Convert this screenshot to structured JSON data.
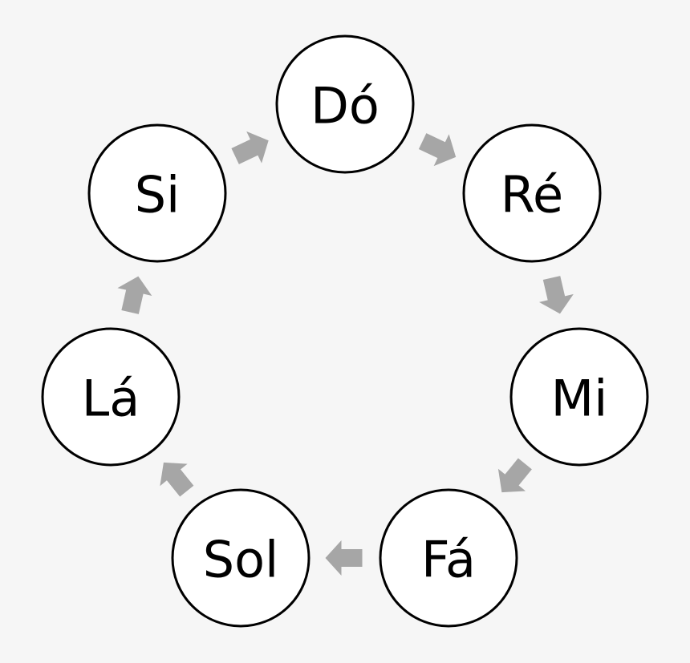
{
  "diagram": {
    "type": "cycle",
    "nodes": [
      {
        "id": "do",
        "label": "Dó"
      },
      {
        "id": "re",
        "label": "Ré"
      },
      {
        "id": "mi",
        "label": "Mi"
      },
      {
        "id": "fa",
        "label": "Fá"
      },
      {
        "id": "sol",
        "label": "Sol"
      },
      {
        "id": "la",
        "label": "Lá"
      },
      {
        "id": "si",
        "label": "Si"
      }
    ],
    "edges": [
      {
        "from": "do",
        "to": "re"
      },
      {
        "from": "re",
        "to": "mi"
      },
      {
        "from": "mi",
        "to": "fa"
      },
      {
        "from": "fa",
        "to": "sol"
      },
      {
        "from": "sol",
        "to": "la"
      },
      {
        "from": "la",
        "to": "si"
      },
      {
        "from": "si",
        "to": "do"
      }
    ],
    "colors": {
      "background": "#f6f6f6",
      "node_fill": "#ffffff",
      "node_stroke": "#000000",
      "arrow": "#a6a6a6"
    }
  }
}
